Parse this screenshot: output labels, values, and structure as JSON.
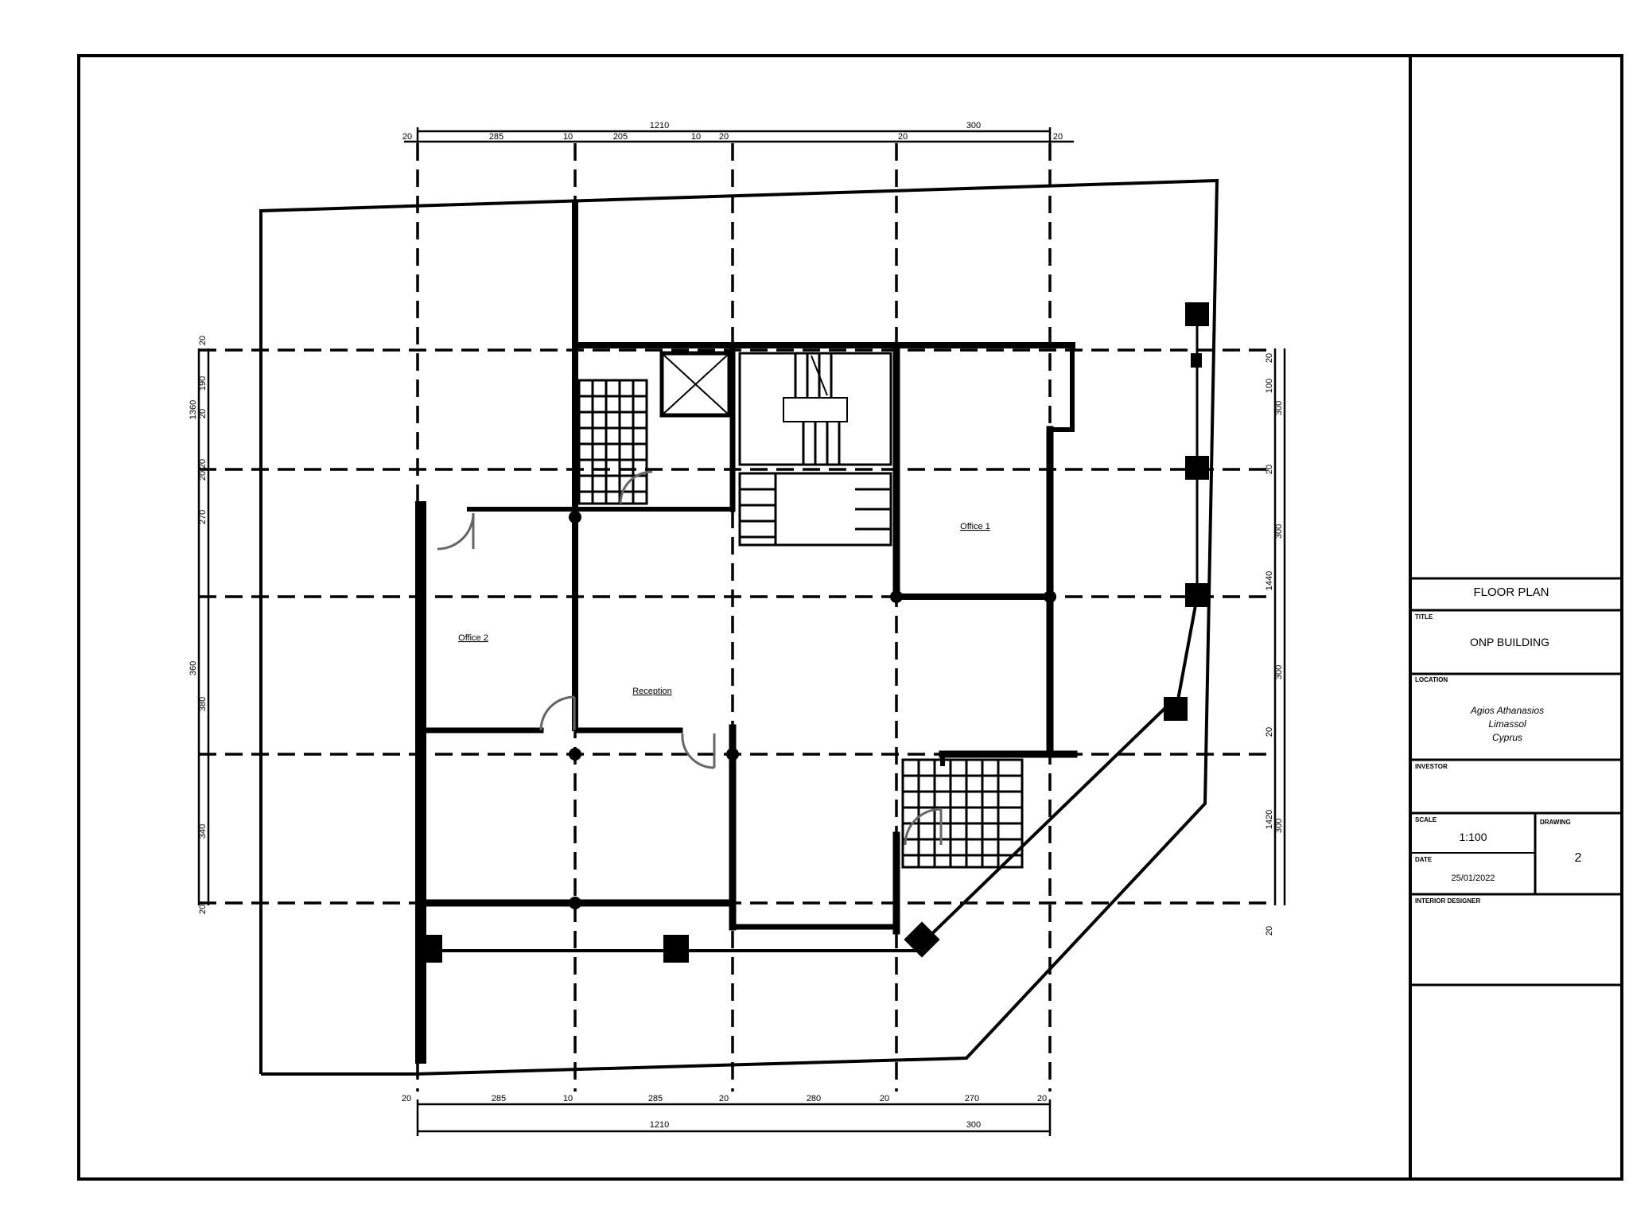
{
  "title_block": {
    "drawing_title": "FLOOR PLAN",
    "title_label": "TITLE",
    "title_value": "ONP BUILDING",
    "location_label": "LOCATION",
    "location_line1": "Agios Athanasios",
    "location_line2": "Limassol",
    "location_line3": "Cyprus",
    "investor_label": "INVESTOR",
    "investor_value": "",
    "scale_label": "SCALE",
    "scale_value": "1:100",
    "date_label": "DATE",
    "date_value": "25/01/2022",
    "drawing_label": "DRAWING",
    "drawing_value": "2",
    "designer_label": "INTERIOR DESIGNER",
    "designer_value": ""
  },
  "rooms": {
    "office_1": "Office 1",
    "office_2": "Office 2",
    "reception": "Reception"
  },
  "dims": {
    "top_total": "1210",
    "top_right": "300",
    "top_left_end": "20",
    "top_right_end": "20",
    "top_s1": "285",
    "top_s2": "10",
    "top_s3": "205",
    "top_s4": "10",
    "top_s5": "20",
    "top_s6": "20",
    "bottom_left_end": "20",
    "bottom_s1": "285",
    "bottom_s2": "10",
    "bottom_s3": "285",
    "bottom_s4": "20",
    "bottom_s5": "280",
    "bottom_s6": "20",
    "bottom_s7": "270",
    "bottom_s8": "20",
    "bottom_total": "1210",
    "bottom_right": "300",
    "left_1": "20",
    "left_2": "190",
    "left_3": "20",
    "left_4": "270",
    "left_5": "380",
    "left_6": "20",
    "left_7": "20",
    "left_8": "340",
    "left_9": "20",
    "left_10": "1360",
    "left_11": "360",
    "right_1": "20",
    "right_2": "100",
    "right_3": "300",
    "right_4": "20",
    "right_5": "300",
    "right_6": "1440",
    "right_7": "300",
    "right_8": "20",
    "right_9": "1420",
    "right_10": "300",
    "right_11": "20"
  }
}
